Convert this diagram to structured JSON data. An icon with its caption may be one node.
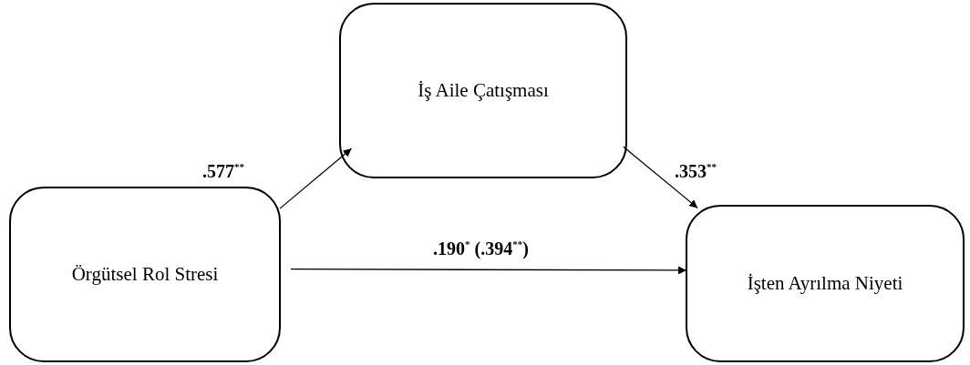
{
  "diagram": {
    "nodes": [
      {
        "text": [
          "Örgütsel Rol Stresi"
        ]
      },
      {
        "text": [
          "İş Aile Çatışması"
        ]
      },
      {
        "text": [
          "İşten Ayrılma Niyeti"
        ]
      }
    ],
    "edges": [
      {
        "from": 0,
        "to": 1,
        "arrow": "to",
        "label": ".577$^{**}$"
      },
      {
        "from": 1,
        "to": 2,
        "arrow": "to",
        "label": ".353$^{**}$"
      },
      {
        "from": 0,
        "to": 2,
        "arrow": "to",
        "label": ".190$^{*}$ (.394$^{**}$)"
      }
    ]
  }
}
